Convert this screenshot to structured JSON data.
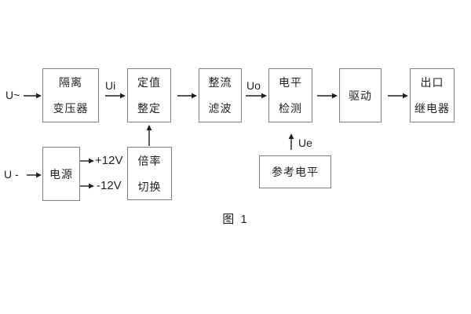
{
  "diagram": {
    "caption": "图 1",
    "boxes": [
      {
        "name": "isolation-transformer",
        "lines": [
          "隔离",
          "变压器"
        ]
      },
      {
        "name": "setting-adjustment",
        "lines": [
          "定值",
          "整定"
        ]
      },
      {
        "name": "rectifier-filter",
        "lines": [
          "整流",
          "滤波"
        ]
      },
      {
        "name": "level-detection",
        "lines": [
          "电平",
          "检测"
        ]
      },
      {
        "name": "drive",
        "lines": [
          "驱动"
        ]
      },
      {
        "name": "output-relay",
        "lines": [
          "出口",
          "继电器"
        ]
      },
      {
        "name": "power-supply",
        "lines": [
          "电源"
        ]
      },
      {
        "name": "ratio-switching",
        "lines": [
          "倍率",
          "切换"
        ]
      },
      {
        "name": "reference-level",
        "lines": [
          "参考电平"
        ]
      }
    ],
    "labels": {
      "ac_input": "U~",
      "dc_input": "U -",
      "ui": "Ui",
      "uo": "Uo",
      "ue": "Ue",
      "plus_12v": "+12V",
      "minus_12v": "-12V"
    },
    "colors": {
      "background": "#ffffff",
      "box_border": "#7f7f7f",
      "text": "#1f1f1f",
      "arrow": "#1f1f1f"
    }
  }
}
